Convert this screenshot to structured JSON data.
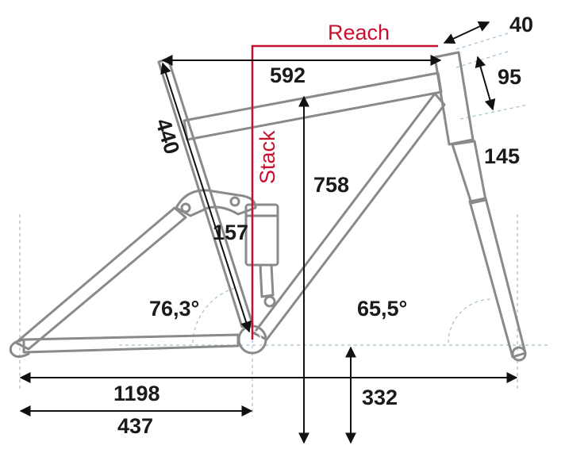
{
  "labels": {
    "reach": "Reach",
    "stack": "Stack",
    "handlebar_offset": "40",
    "top_length": "592",
    "headset_spacer": "95",
    "seat_tube": "440",
    "head_tube": "145",
    "stack_value": "758",
    "shock_stroke": "157",
    "seat_angle": "76,3°",
    "head_angle": "65,5°",
    "wheelbase": "1198",
    "bb_height": "332",
    "chainstay": "437"
  },
  "colors": {
    "accent_red": "#c8102e",
    "frame_grey": "#8a8a8a",
    "guide_blue": "#9fc0cf",
    "ink": "#111111"
  }
}
